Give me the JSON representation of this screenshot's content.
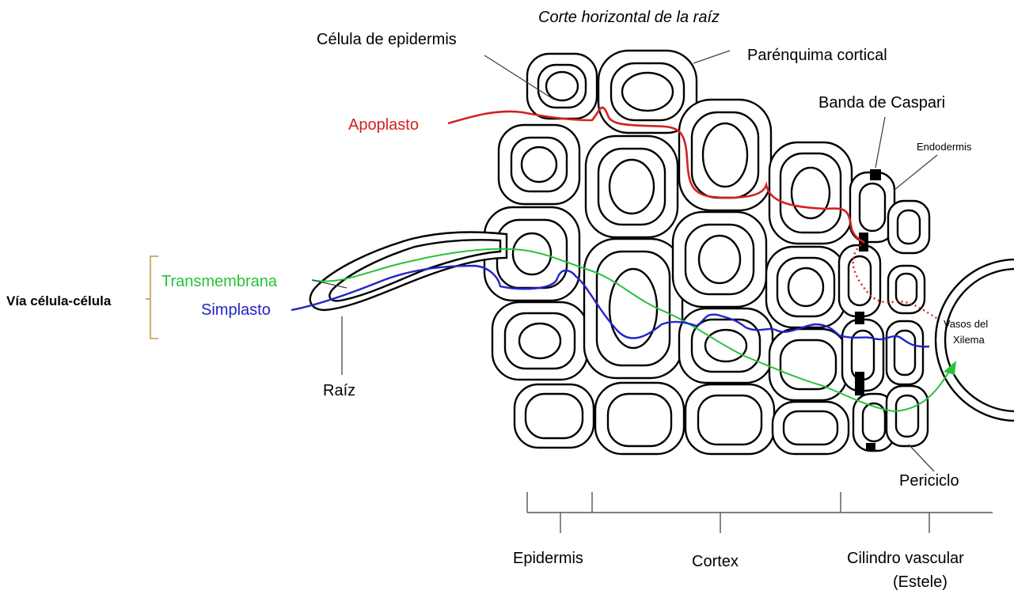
{
  "title": "Corte horizontal de la raíz",
  "labels": {
    "epidermis_cell": "Célula de epidermis",
    "cortical_parenchyma": "Parénquima cortical",
    "casparian_strip": "Banda de Caspari",
    "endodermis": "Endodermis",
    "apoplast": "Apoplasto",
    "transmembrane": "Transmembrana",
    "symplast": "Simplasto",
    "cell_cell_pathway": "Vía célula-célula",
    "root_hair": "Raíz",
    "xylem_vessels_line1": "Vasos del",
    "xylem_vessels_line2": "Xilema",
    "pericycle": "Periciclo"
  },
  "scale": {
    "epidermis": "Epidermis",
    "cortex": "Cortex",
    "vascular_line1": "Cilindro vascular",
    "vascular_line2": "(Estele)"
  },
  "colors": {
    "apoplast": "#d42020",
    "transmembrane": "#27c23a",
    "symplast": "#2424c8",
    "bracket": "#c8a860",
    "casparian": "#000000"
  }
}
